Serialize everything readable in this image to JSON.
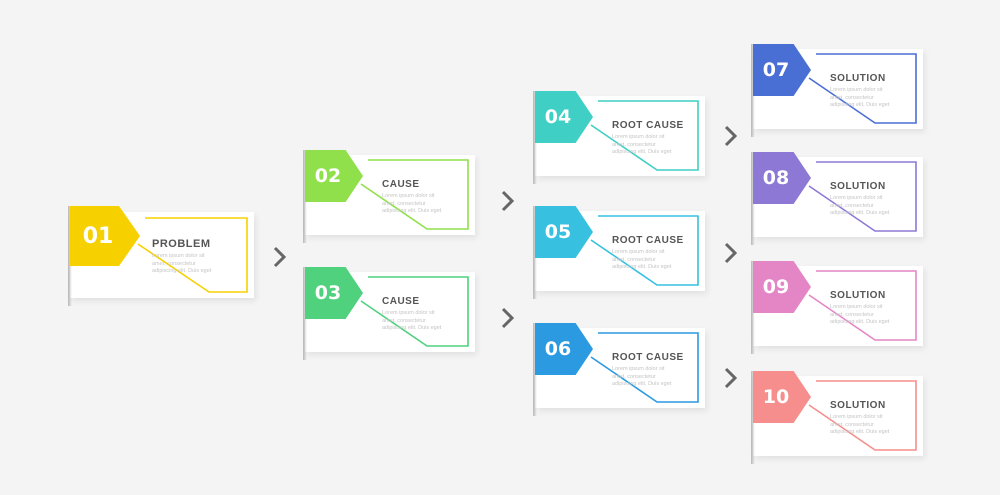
{
  "colors": {
    "n01": "#f7d000",
    "n02": "#8fe04a",
    "n03": "#4fd17d",
    "n04": "#3fcfc4",
    "n05": "#37c0e0",
    "n06": "#2b9ae0",
    "n07": "#4a6fd4",
    "n08": "#8e78d6",
    "n09": "#e486c6",
    "n10": "#f58e8c",
    "chevron": "#666666"
  },
  "nodes": [
    {
      "id": "n01",
      "number": "01",
      "title": "PROBLEM",
      "desc": "Lorem ipsum dolor sit\namet, consectetur\nadipiscing elit. Duis eget"
    },
    {
      "id": "n02",
      "number": "02",
      "title": "CAUSE",
      "desc": "Lorem ipsum dolor sit\namet, consectetur\nadipiscing elit. Duis eget"
    },
    {
      "id": "n03",
      "number": "03",
      "title": "CAUSE",
      "desc": "Lorem ipsum dolor sit\namet, consectetur\nadipiscing elit. Duis eget"
    },
    {
      "id": "n04",
      "number": "04",
      "title": "ROOT CAUSE",
      "desc": "Lorem ipsum dolor sit\namet, consectetur\nadipiscing elit. Duis eget"
    },
    {
      "id": "n05",
      "number": "05",
      "title": "ROOT CAUSE",
      "desc": "Lorem ipsum dolor sit\namet, consectetur\nadipiscing elit. Duis eget"
    },
    {
      "id": "n06",
      "number": "06",
      "title": "ROOT CAUSE",
      "desc": "Lorem ipsum dolor sit\namet, consectetur\nadipiscing elit. Duis eget"
    },
    {
      "id": "n07",
      "number": "07",
      "title": "SOLUTION",
      "desc": "Lorem ipsum dolor sit\namet, consectetur\nadipiscing elit. Duis eget"
    },
    {
      "id": "n08",
      "number": "08",
      "title": "SOLUTION",
      "desc": "Lorem ipsum dolor sit\namet, consectetur\nadipiscing elit. Duis eget"
    },
    {
      "id": "n09",
      "number": "09",
      "title": "SOLUTION",
      "desc": "Lorem ipsum dolor sit\namet, consectetur\nadipiscing elit. Duis eget"
    },
    {
      "id": "n10",
      "number": "10",
      "title": "SOLUTION",
      "desc": "Lorem ipsum dolor sit\namet, consectetur\nadipiscing elit. Duis eget"
    }
  ]
}
